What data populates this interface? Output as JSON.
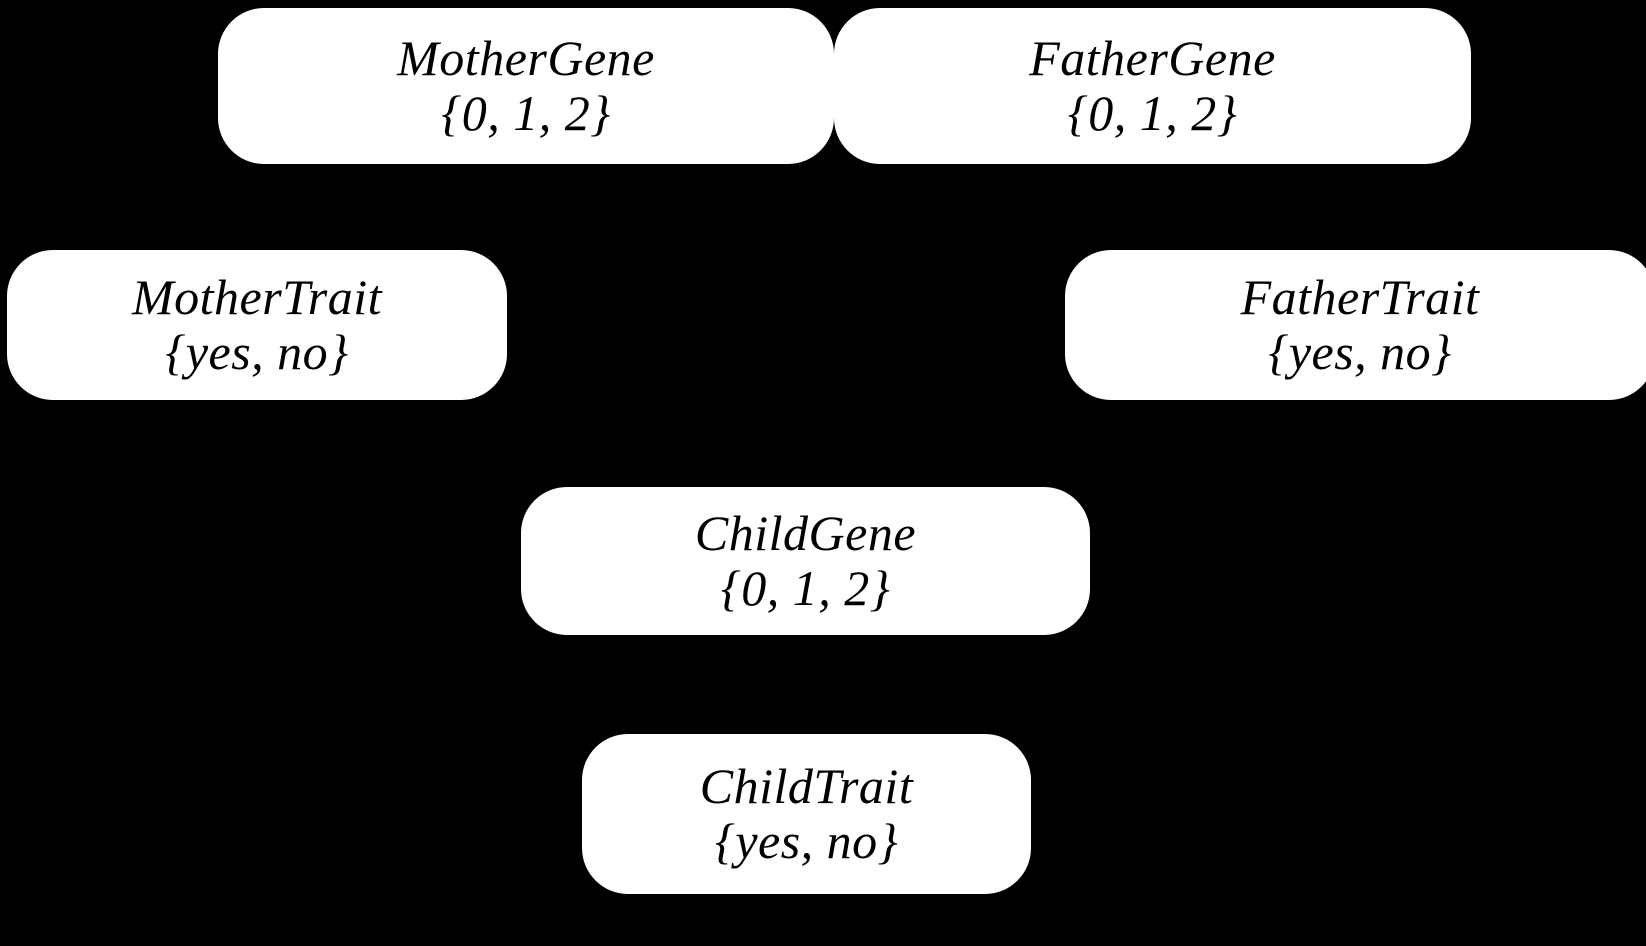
{
  "diagram": {
    "type": "bayesian-network",
    "title": "Genetic inheritance Bayesian network",
    "background_color": "#000000",
    "node_fill_color": "#ffffff",
    "node_text_color": "#000000",
    "nodes": [
      {
        "id": "mother-gene",
        "name": "MotherGene",
        "domain": "{0, 1, 2}"
      },
      {
        "id": "father-gene",
        "name": "FatherGene",
        "domain": "{0, 1, 2}"
      },
      {
        "id": "mother-trait",
        "name": "MotherTrait",
        "domain": "{yes, no}"
      },
      {
        "id": "father-trait",
        "name": "FatherTrait",
        "domain": "{yes, no}"
      },
      {
        "id": "child-gene",
        "name": "ChildGene",
        "domain": "{0, 1, 2}"
      },
      {
        "id": "child-trait",
        "name": "ChildTrait",
        "domain": "{yes, no}"
      }
    ]
  }
}
